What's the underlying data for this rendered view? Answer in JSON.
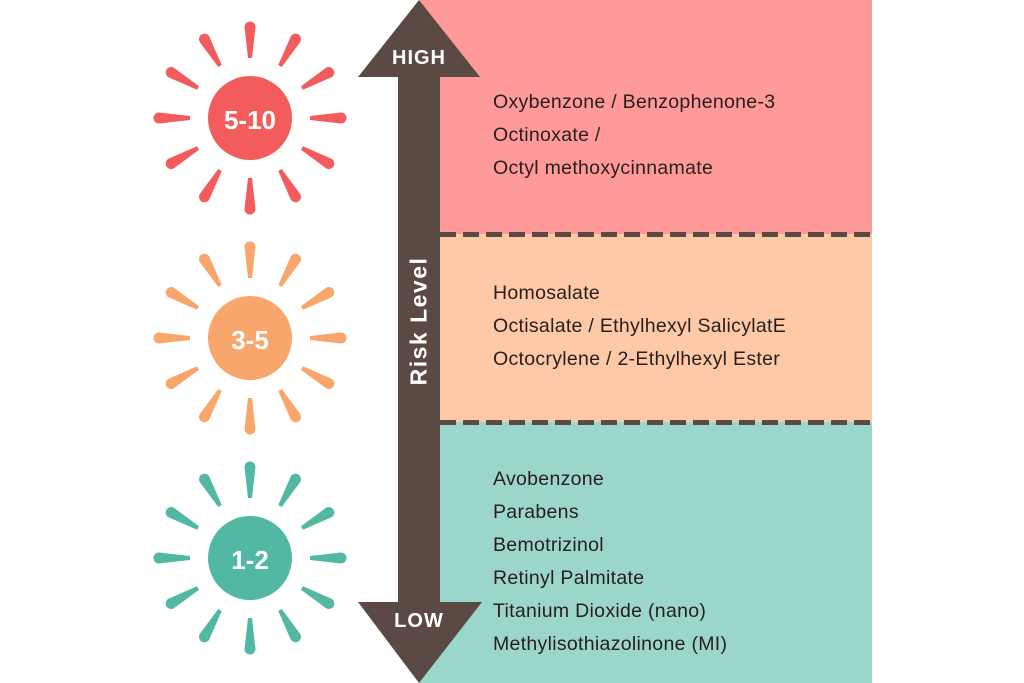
{
  "diagram": {
    "axis_label": "Risk Level",
    "high_label": "HIGH",
    "low_label": "LOW",
    "colors": {
      "arrow": "#5a4a43",
      "high_band": "#fe9a9a",
      "mid_band": "#fec9a6",
      "low_band": "#9bd6cb",
      "high_sun": "#f25c5c",
      "mid_sun": "#f9a66c",
      "low_sun": "#52b8a4"
    },
    "tiers": [
      {
        "level": "high",
        "sun_label": "5-10",
        "items": [
          "Oxybenzone / Benzophenone-3",
          "Octinoxate /",
          "Octyl methoxycinnamate"
        ]
      },
      {
        "level": "medium",
        "sun_label": "3-5",
        "items": [
          "Homosalate",
          "Octisalate / Ethylhexyl SalicylatE",
          "Octocrylene / 2-Ethylhexyl Ester"
        ]
      },
      {
        "level": "low",
        "sun_label": "1-2",
        "items": [
          "Avobenzone",
          "Parabens",
          "Bemotrizinol",
          "Retinyl Palmitate",
          "Titanium Dioxide (nano)",
          "Methylisothiazolinone (MI)"
        ]
      }
    ]
  }
}
